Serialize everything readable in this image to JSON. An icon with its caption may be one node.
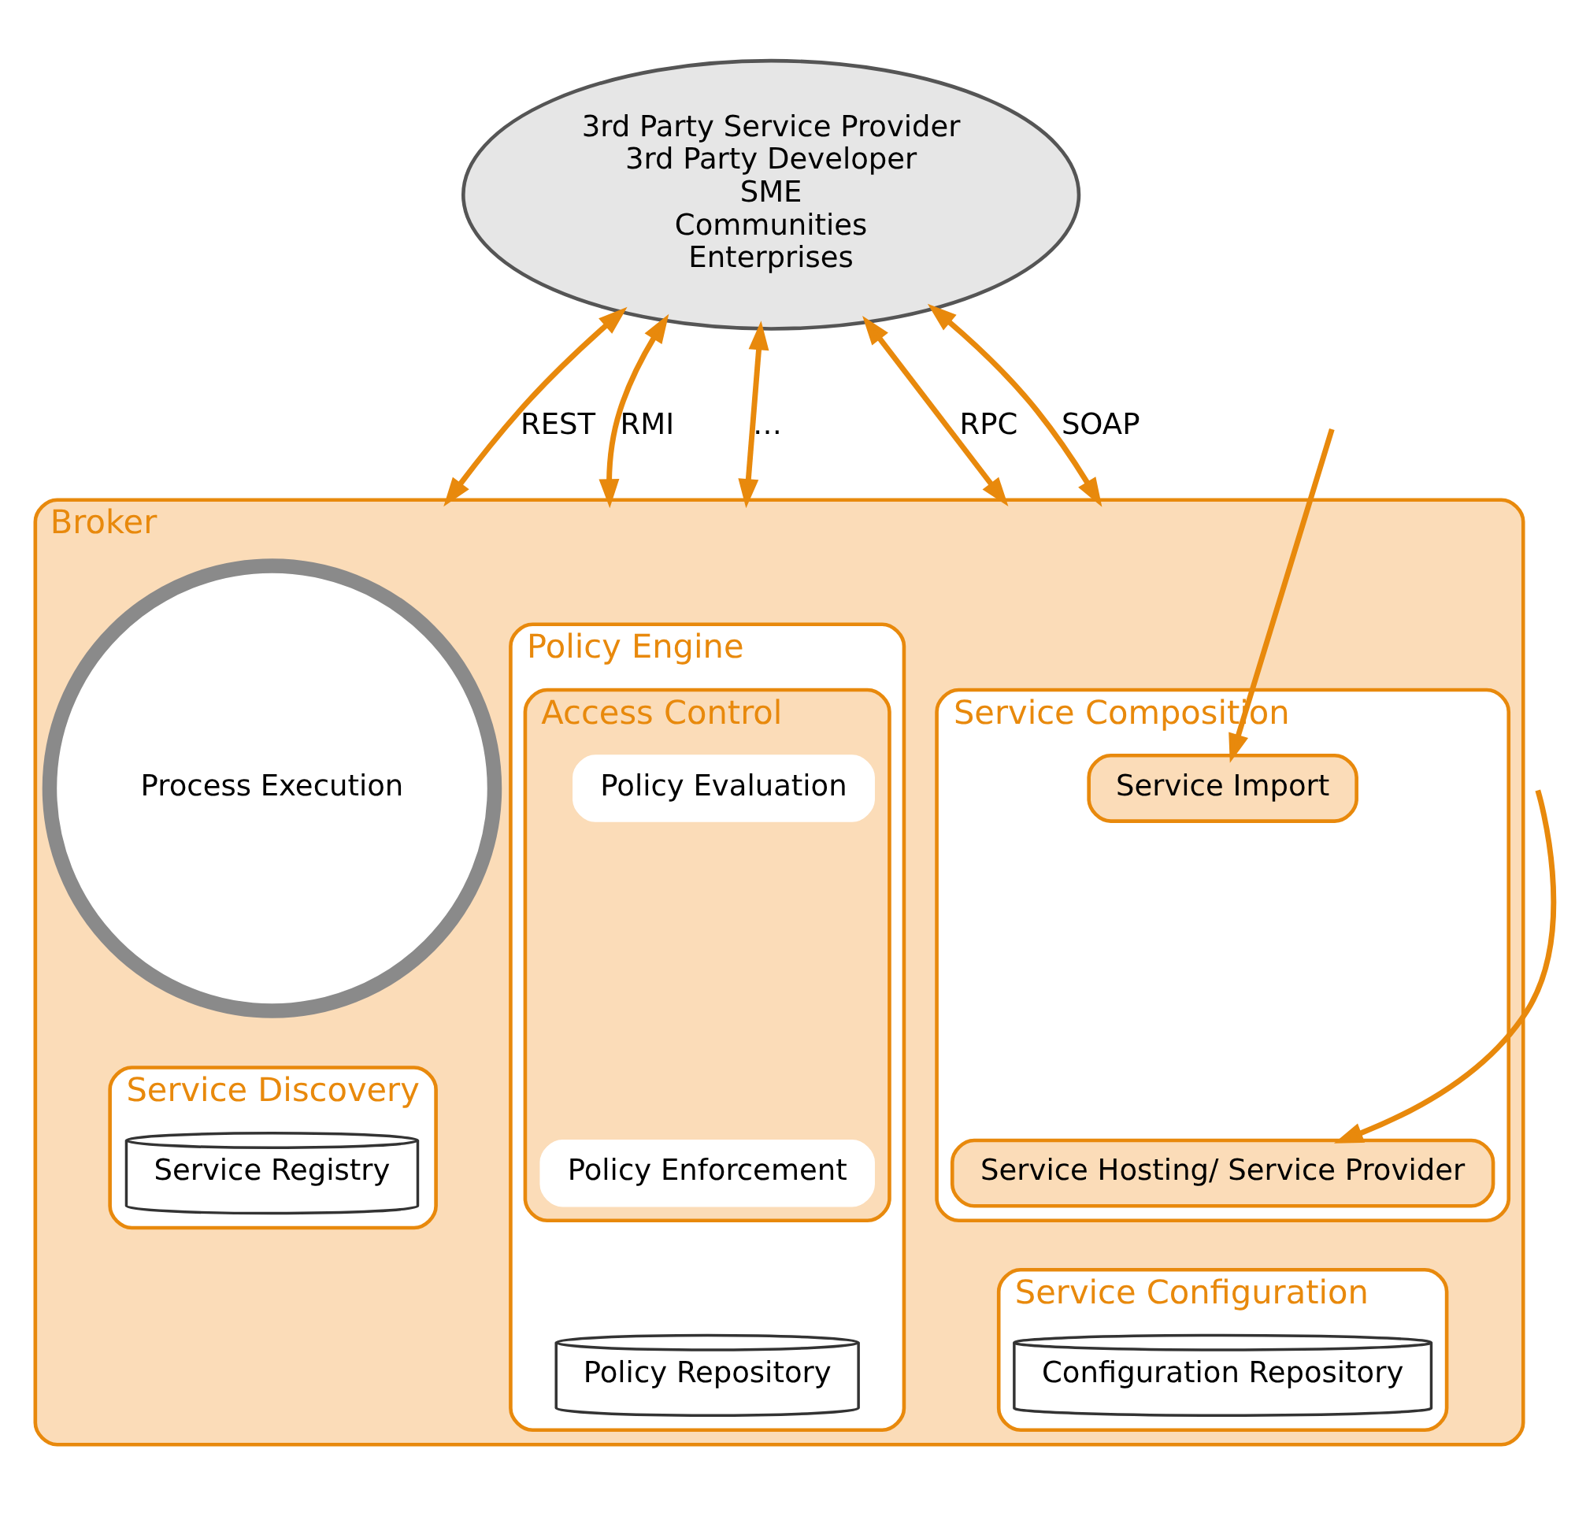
{
  "diagram": {
    "nodes": [
      {
        "text": [
          "3rd Party Service Provider",
          "3rd Party Developer",
          "SME",
          "Communities",
          "Enterprises"
        ]
      },
      {
        "text": [
          "Broker"
        ]
      },
      {
        "text": [
          "Service Composition"
        ],
        "in": 1
      },
      {
        "text": [
          "Service Import"
        ],
        "in": 2
      },
      {
        "text": [
          "Service Hosting/ Service Provider"
        ],
        "in": 2
      },
      {
        "text": [
          "Process Execution"
        ],
        "in": 1
      },
      {
        "text": [
          "Policy Engine"
        ],
        "in": 1
      },
      {
        "text": [
          "Access Control"
        ],
        "in": 6
      },
      {
        "text": [
          "Policy Evaluation"
        ],
        "in": 7
      },
      {
        "text": [
          "Policy Enforcement"
        ],
        "in": 7
      },
      {
        "text": [
          "Service Configuration"
        ],
        "in": 1
      },
      {
        "text": [
          "Configuration Repository"
        ],
        "in": 10
      },
      {
        "text": [
          "Service Discovery"
        ],
        "in": 1
      },
      {
        "text": [
          "Service Registry"
        ],
        "in": 12
      },
      {
        "text": [
          "Policy Repository"
        ],
        "in": 6
      }
    ],
    "edges": [
      {
        "from": 0,
        "to": 1,
        "arrow": "both",
        "label": "RPC"
      },
      {
        "from": 0,
        "to": 1,
        "arrow": "both",
        "label": "SOAP"
      },
      {
        "from": 0,
        "to": 1,
        "arrow": "both",
        "label": "REST"
      },
      {
        "from": 0,
        "to": 1,
        "arrow": "both",
        "label": "RMI"
      },
      {
        "from": 0,
        "to": 1,
        "arrow": "both",
        "label": "…"
      },
      {
        "from": null,
        "to": 3,
        "arrow": "to"
      },
      {
        "from": null,
        "to": 4,
        "arrow": "to"
      }
    ]
  }
}
